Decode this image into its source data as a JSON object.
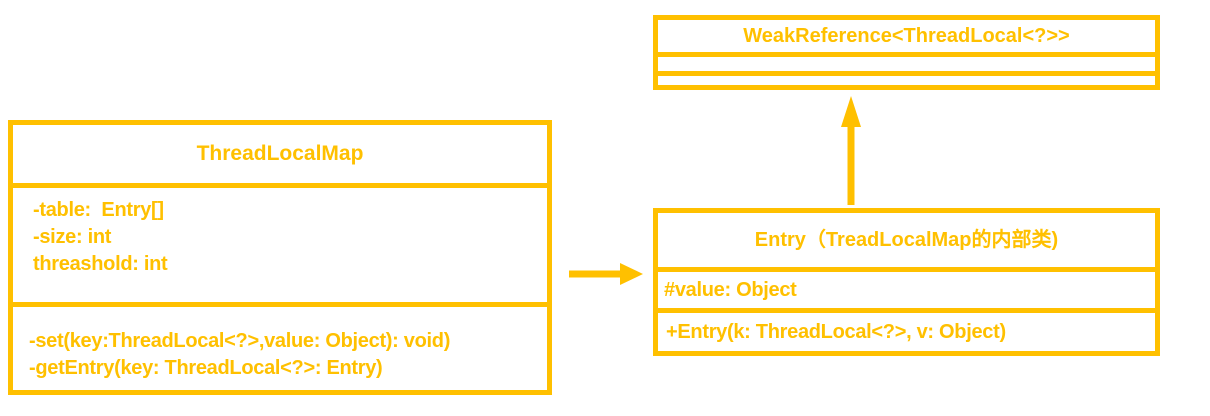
{
  "colors": {
    "accent": "#FFC000",
    "background": "#FFFFFF"
  },
  "classes": {
    "thread_local_map": {
      "title": "ThreadLocalMap",
      "fields": [
        "-table:  Entry[]",
        "-size: int",
        "threashold: int"
      ],
      "methods": [
        "-set(key:ThreadLocal<?>,value: Object): void)",
        "-getEntry(key: ThreadLocal<?>: Entry)"
      ]
    },
    "weak_reference": {
      "title": "WeakReference<ThreadLocal<?>>",
      "fields": [],
      "methods": []
    },
    "entry": {
      "title": "Entry（TreadLocalMap的内部类)",
      "fields": [
        "#value: Object"
      ],
      "methods": [
        "+Entry(k: ThreadLocal<?>, v: Object)"
      ]
    }
  },
  "relations": [
    {
      "from": "ThreadLocalMap",
      "to": "Entry",
      "style": "solid-line-filled-arrow",
      "direction": "right"
    },
    {
      "from": "Entry",
      "to": "WeakReference<ThreadLocal<?>>",
      "style": "solid-line-filled-arrow",
      "direction": "up"
    }
  ]
}
